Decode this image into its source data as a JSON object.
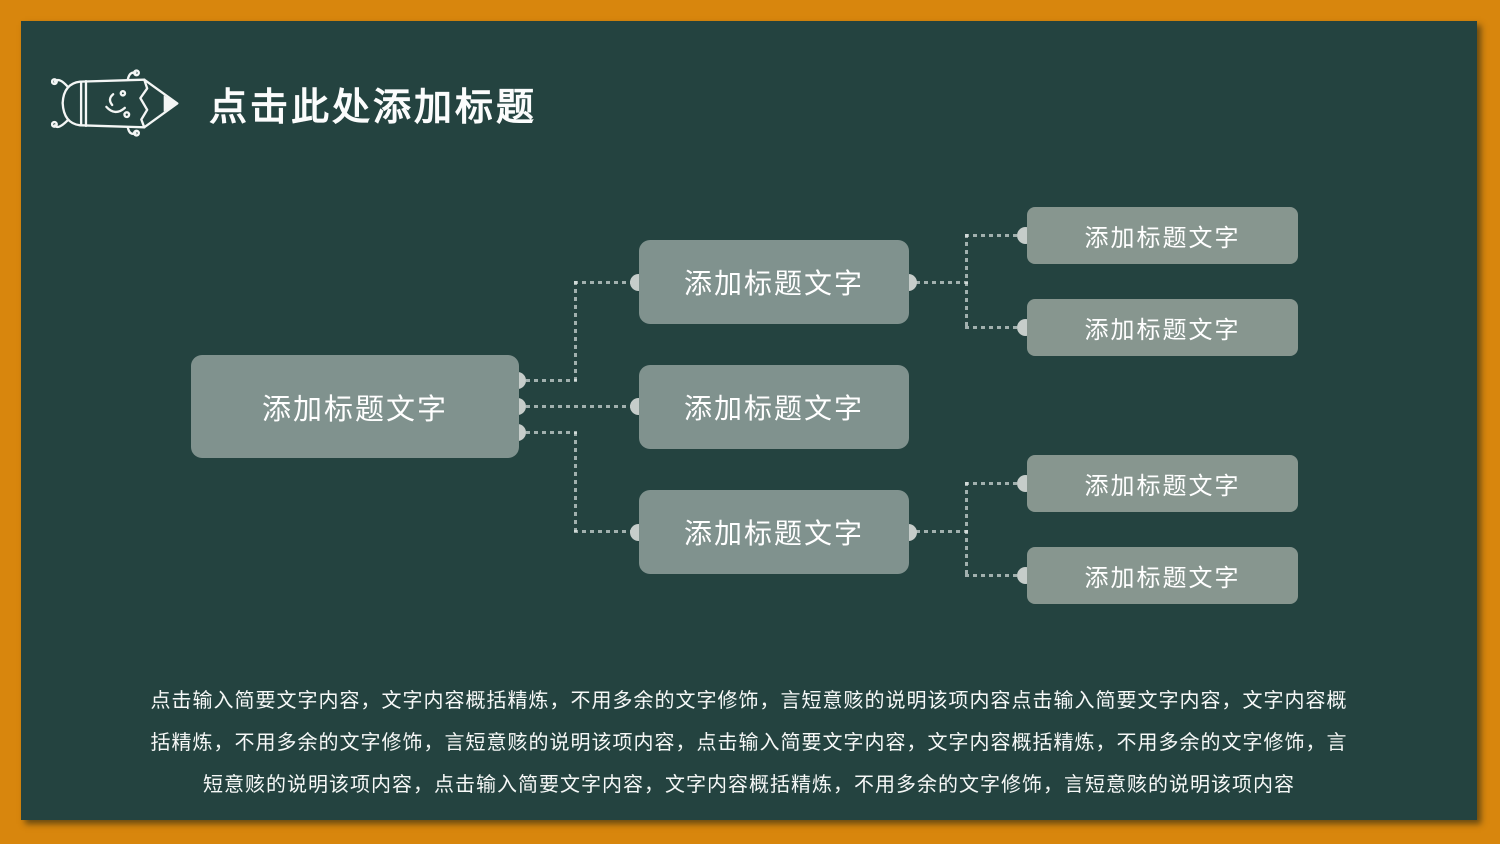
{
  "slide": {
    "title": "点击此处添加标题",
    "icon": "pencil-doodle-icon",
    "colors": {
      "frame_orange": "#D8860D",
      "board_green": "#244340",
      "node_fill": "#80928E",
      "leaf_fill": "#87968F",
      "text_white": "#FFFFFF",
      "connector_gray": "#C6CDCA"
    }
  },
  "diagram": {
    "nodes": [
      {
        "id": "root",
        "level": 1,
        "label": "添加标题文字"
      },
      {
        "id": "mid-1",
        "level": 2,
        "label": "添加标题文字"
      },
      {
        "id": "mid-2",
        "level": 2,
        "label": "添加标题文字"
      },
      {
        "id": "mid-3",
        "level": 2,
        "label": "添加标题文字"
      },
      {
        "id": "leaf-1",
        "level": 3,
        "label": "添加标题文字"
      },
      {
        "id": "leaf-2",
        "level": 3,
        "label": "添加标题文字"
      },
      {
        "id": "leaf-3",
        "level": 3,
        "label": "添加标题文字"
      },
      {
        "id": "leaf-4",
        "level": 3,
        "label": "添加标题文字"
      }
    ]
  },
  "body_text": {
    "lines": [
      "点击输入简要文字内容，文字内容概括精炼，不用多余的文字修饰，言短意赅的说明该项内容点击输入简要文字内容，文字内容概",
      "括精炼，不用多余的文字修饰，言短意赅的说明该项内容，点击输入简要文字内容，文字内容概括精炼，不用多余的文字修饰，言",
      "短意赅的说明该项内容，点击输入简要文字内容，文字内容概括精炼，不用多余的文字修饰，言短意赅的说明该项内容"
    ],
    "full": "点击输入简要文字内容，文字内容概括精炼，不用多余的文字修饰，言短意赅的说明该项内容点击输入简要文字内容，文字内容概括精炼，不用多余的文字修饰，言短意赅的说明该项内容，点击输入简要文字内容，文字内容概括精炼，不用多余的文字修饰，言短意赅的说明该项内容"
  }
}
